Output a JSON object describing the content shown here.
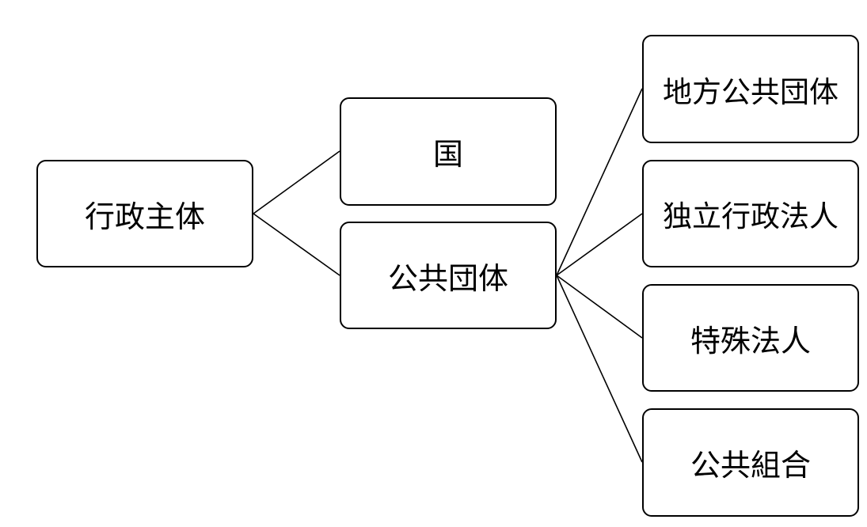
{
  "diagram": {
    "root": {
      "label": "行政主体"
    },
    "branches": [
      {
        "label": "国"
      },
      {
        "label": "公共団体"
      }
    ],
    "public_entities": [
      {
        "label": "地方公共団体"
      },
      {
        "label": "独立行政法人"
      },
      {
        "label": "特殊法人"
      },
      {
        "label": "公共組合"
      }
    ]
  },
  "colors": {
    "border": "#000000",
    "text": "#000000",
    "background": "#ffffff"
  }
}
